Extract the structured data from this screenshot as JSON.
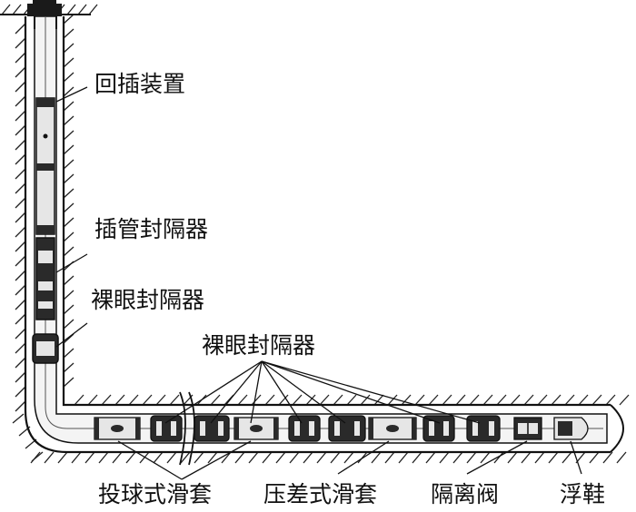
{
  "labels": {
    "tieback": "回插装置",
    "stinger_packer": "插管封隔器",
    "openhole_packer_vertical": "裸眼封隔器",
    "openhole_packer_horizontal": "裸眼封隔器",
    "ball_sleeve": "投球式滑套",
    "pressure_sleeve": "压差式滑套",
    "isolation_valve": "隔离阀",
    "float_shoe": "浮鞋"
  },
  "colors": {
    "line": "#111111",
    "pipe_fill": "#f4f4f4",
    "tool_dark": "#2a2a2a",
    "tool_light": "#e6e6e6"
  }
}
